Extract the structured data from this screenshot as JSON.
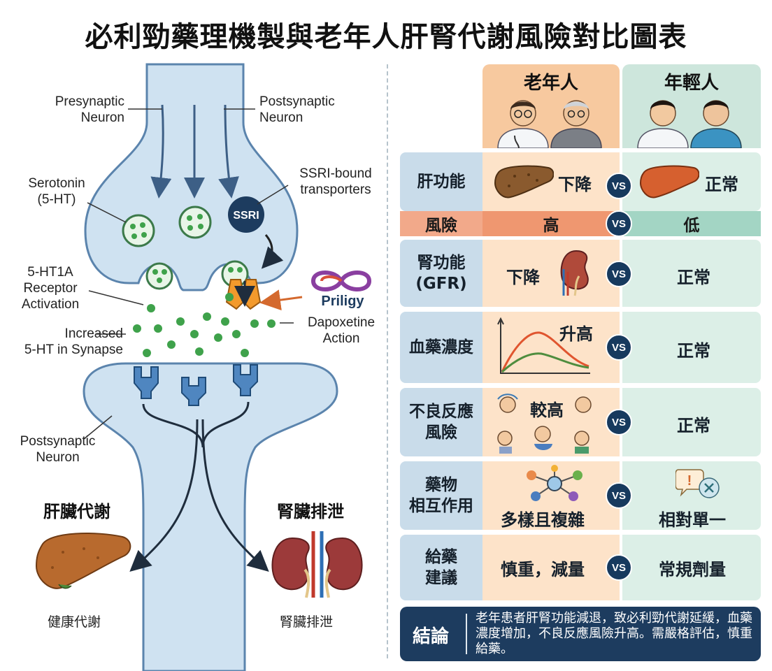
{
  "title": "必利勁藥理機製與老年人肝腎代謝風險對比圖表",
  "diagram": {
    "presynaptic": "Presynaptic\nNeuron",
    "postsynaptic_top": "Postsynaptic\nNeuron",
    "serotonin": "Serotonin\n(5-HT)",
    "ssri_bound": "SSRI-bound\ntransporters",
    "ssri_badge": "SSRI",
    "receptor": "5-HT1A\nReceptor\nActivation",
    "increased": "Increased\n5-HT in Synapse",
    "dapoxetine": "Dapoxetine\nAction",
    "logo_text": "Priligy",
    "postsynaptic_bottom": "Postsynaptic\nNeuron",
    "liver_heading": "肝臟代謝",
    "kidney_heading": "腎臟排泄",
    "liver_caption": "健康代謝",
    "kidney_caption": "腎臟排泄"
  },
  "table": {
    "col_elderly": "老年人",
    "col_young": "年輕人",
    "vs": "VS",
    "rows": [
      {
        "label": "肝功能",
        "elderly": "下降",
        "young": "正常"
      },
      {
        "label": "腎功能\n(GFR)",
        "elderly": "下降",
        "young": "正常"
      },
      {
        "label": "血藥濃度",
        "elderly": "升高",
        "young": "正常"
      },
      {
        "label": "不良反應\n風險",
        "elderly": "較高",
        "young": "正常"
      },
      {
        "label": "藥物\n相互作用",
        "elderly": "多樣且複雜",
        "young": "相對單一"
      },
      {
        "label": "給藥\n建議",
        "elderly": "慎重，減量",
        "young": "常規劑量"
      }
    ],
    "risk": {
      "label": "風險",
      "elderly": "高",
      "young": "低"
    }
  },
  "conclusion": {
    "label": "結論",
    "text": "老年患者肝腎功能減退，致必利勁代謝延緩，血藥濃度增加，不良反應風險升高。需嚴格評估，慎重給藥。"
  },
  "colors": {
    "neuron_fill": "#cfe2f1",
    "neuron_stroke": "#5b84ad",
    "vesicle": "#3fa24b",
    "elderly_col": "#f7c99f",
    "young_col": "#cde6dc",
    "label_col": "#c9dcea",
    "vs_badge": "#173a5e",
    "conclusion_bg": "#1d3c5f"
  }
}
